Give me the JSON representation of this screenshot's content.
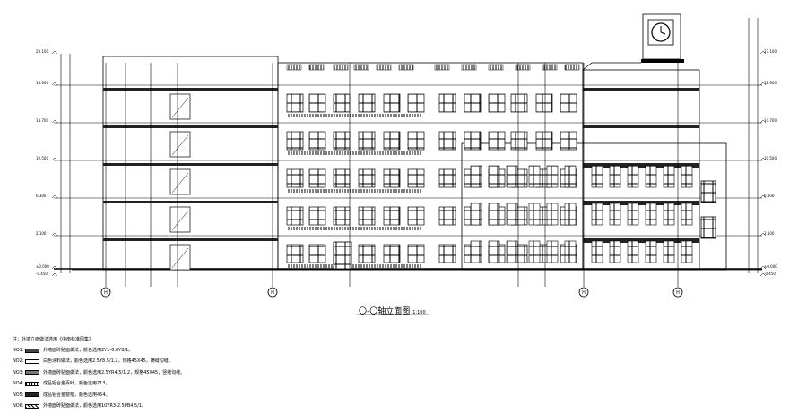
{
  "drawing": {
    "title": "〇-〇轴立面图",
    "scale": "1:100",
    "floor_levels": [
      {
        "left": "23.100",
        "right": "23.100"
      },
      {
        "left": "18.900",
        "right": "18.900"
      },
      {
        "left": "14.700",
        "right": "14.700"
      },
      {
        "left": "10.500",
        "right": "10.500"
      },
      {
        "left": "6.300",
        "right": "6.300"
      },
      {
        "left": "2.100",
        "right": "2.100"
      },
      {
        "left": "±0.000",
        "right": "±0.000"
      },
      {
        "left": "-0.450",
        "right": "-0.450"
      }
    ],
    "axis_labels": [
      "H",
      "H",
      "H",
      "H"
    ],
    "legend": {
      "header": "注：外墙立面做法选用《中南标准图集》",
      "items": [
        {
          "tag": "NO1:",
          "text": "外墙面砖贴面做法，颜色选用2Y1-0.6Y8/1。"
        },
        {
          "tag": "NO2:",
          "text": "白色涂料做法，颜色选用2.5Y8.5/1.2，规格45X45，横缝勾缝。"
        },
        {
          "tag": "NO3:",
          "text": "外墙面砖贴面做法，颜色选用2.5YR4.5/1.2，规格45X45，竖缝勾缝。"
        },
        {
          "tag": "NO4:",
          "text": "成品铝合金百叶，颜色选用713。"
        },
        {
          "tag": "NO5:",
          "text": "成品铝合金窗框，颜色选用454。"
        },
        {
          "tag": "NO6:",
          "text": "外墙面砖贴面做法，颜色选用10YR3-2.5PB4.5/1。"
        }
      ]
    }
  }
}
